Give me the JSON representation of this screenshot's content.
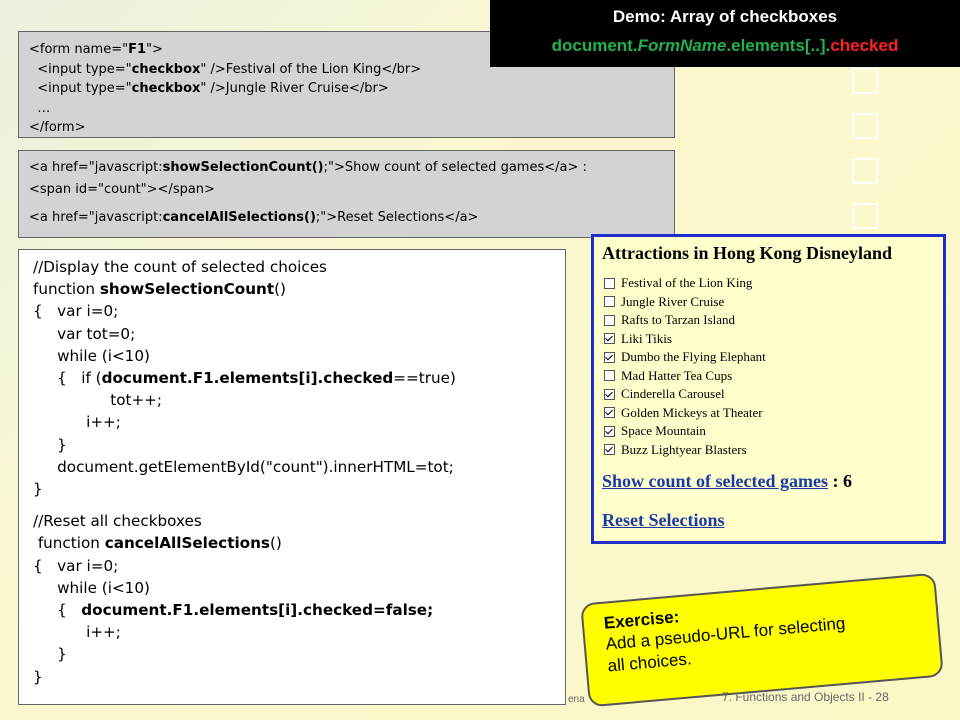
{
  "title_bar": {
    "title": "Demo: Array of checkboxes",
    "subtitle_part1": "document.",
    "subtitle_part2": "FormName",
    "subtitle_part3": ".elements[..].",
    "subtitle_part4": "checked"
  },
  "form_code": {
    "l1a": "<form name=\"",
    "l1b": "F1",
    "l1c": "\">",
    "l2a": "  <input type=\"",
    "l2b": "checkbox",
    "l2c": "\" />Festival of the Lion King</br>",
    "l3a": "  <input type=\"",
    "l3b": "checkbox",
    "l3c": "\" />Jungle River Cruise</br>",
    "l4": "  …",
    "l5": "</form>"
  },
  "links_code": {
    "l1a": "<a href=\"javascript:",
    "l1b": "showSelectionCount()",
    "l1c": ";\">Show count of selected games</a> :",
    "l2": "<span id=\"count\"></span>",
    "l3a": "<a href=\"javascript:",
    "l3b": "cancelAllSelections()",
    "l3c": ";\">Reset Selections</a>"
  },
  "js_code": {
    "c1": "//Display the count of selected choices",
    "c2a": "function ",
    "c2b": "showSelectionCount",
    "c2c": "()",
    "c3": "{   var i=0;",
    "c4": "     var tot=0;",
    "c5": "     while (i<10)",
    "c6a": "     {   if (",
    "c6b": "document.F1.elements[i].checked",
    "c6c": "==true)",
    "c7": "                tot++;",
    "c8": "           i++;",
    "c9": "     }",
    "c10": "     document.getElementById(\"count\").innerHTML=tot;",
    "c11": "}",
    "c12": "//Reset all checkboxes",
    "c13a": " function ",
    "c13b": "cancelAllSelections",
    "c13c": "()",
    "c14": "{   var i=0;",
    "c15": "     while (i<10)",
    "c16a": "     {   ",
    "c16b": "document.F1.elements[i].checked=false;",
    "c17": "           i++;",
    "c18": "     }",
    "c19": "}"
  },
  "panel": {
    "title": "Attractions in Hong Kong Disneyland",
    "items": [
      {
        "label": "Festival of the Lion King",
        "checked": false
      },
      {
        "label": "Jungle River Cruise",
        "checked": false
      },
      {
        "label": "Rafts to Tarzan Island",
        "checked": false
      },
      {
        "label": "Liki Tikis",
        "checked": true
      },
      {
        "label": "Dumbo the Flying Elephant",
        "checked": true
      },
      {
        "label": "Mad Hatter Tea Cups",
        "checked": false
      },
      {
        "label": "Cinderella Carousel",
        "checked": true
      },
      {
        "label": "Golden Mickeys at Theater",
        "checked": true
      },
      {
        "label": "Space Mountain",
        "checked": true
      },
      {
        "label": "Buzz Lightyear  Blasters",
        "checked": true
      }
    ],
    "count_link": "Show count of selected games",
    "count_sep": " : ",
    "count_value": "6",
    "reset_link": "Reset Selections"
  },
  "exercise": {
    "title": "Exercise:",
    "line1": "Add a pseudo-URL for selecting",
    "line2": "all choices."
  },
  "footer": {
    "left": "ena",
    "right": "7. Functions and Objects II - 28"
  }
}
